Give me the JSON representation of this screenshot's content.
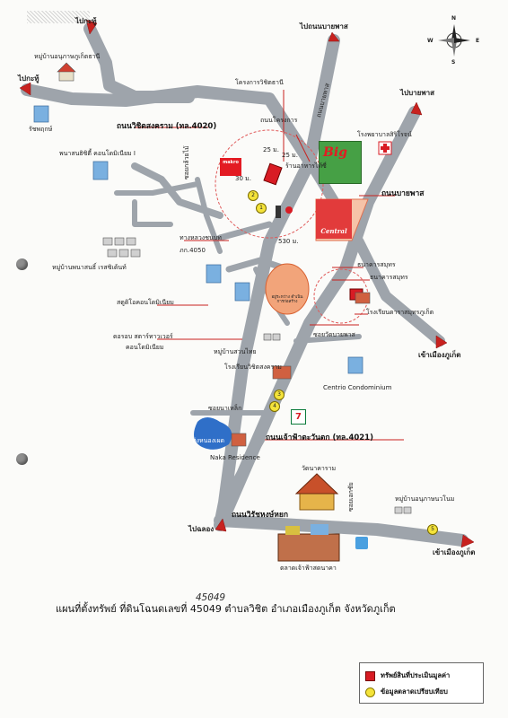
{
  "title": "แผนที่ตั้งทรัพย์ ที่ดินโฉนดเลขที่ 45049 ตำบลวิชิต อำเภอเมืองภูเก็ต จังหวัดภูเก็ต",
  "handwritten_number": "45049",
  "compass": {
    "n": "N",
    "s": "S",
    "e": "E",
    "w": "W"
  },
  "destinations": {
    "to_kathu_top": "ไปกะทู้",
    "to_kathu_left": "ไปกะทู้",
    "to_bang_top": "ไปถนนบายพาส",
    "to_bypass_right": "ไปบายพาส",
    "to_town_mid": "เข้าเมืองภูเก็ต",
    "to_town_bottom": "เข้าเมืองภูเก็ต",
    "to_chalong": "ไปฉลอง"
  },
  "roads": {
    "vichit_songkhram": "ถนนวิชิตสงคราม (ทล.4020)",
    "bypass": "ถนนบายพาส",
    "chao_fa": "ถนนเจ้าฟ้าตะวันตก (ทล.4021)",
    "vichit_songkhram_lower": "ถนนวิรัชหงษ์หยก",
    "srisoonthorn": "ถนนโครงการ",
    "soi_kluay": "ซอยกล้วยไม้",
    "highway_4050": "ทางหลวงชนบท",
    "pk4050": "ภก.4050",
    "soi_neha": "ซอยนาเหล็ก",
    "soi_wat": "ซอยวัดบายพาส",
    "vertical_road_label": "ถนนบายพาส",
    "soi_ekachai": "ซอยเอกชัย"
  },
  "places": {
    "mu_ban_kat": "หมู่บ้านอนุภาษภูเก็ตธานี",
    "rajapreuk": "รัชพฤกษ์",
    "punsuk": "พนาสนธิซิตี้ คอนโดมิเนียม I",
    "mu_ban_punasiri": "หมู่บ้านพนาสนธิ์ เรสซิเด้นท์",
    "sport_condo": "สตูดิโอคอนโดมิเนียม",
    "talay_condo": "ดอรอบ สตาร์ทาวเวอร์",
    "talay_condo2": "คอนโดมิเนียม",
    "mu_ban_suan": "หมู่บ้านสวนไทย",
    "school": "โรงเรียนวิชิตสงคราม",
    "centrio": "Centrio Condominium",
    "naka": "Naka Residence",
    "lake": "ทุ่งหนองเผด",
    "temple": "วัดนาคาราม",
    "mu_ban_anu": "หมู่บ้านอนุภาษนวโนม",
    "market": "ตลาดเจ้าฟ้าสดนาคา",
    "hospital": "โรงพยาบาลสิริโรจน์",
    "bank": "ธนาคารสมุทร",
    "bank2": "ธนาคารสมุทร",
    "school2": "โรงเรียนดาราสมุทรภูเก็ต",
    "project": "โครงการวิชิตธานี",
    "food_center": "ร้านอาหารไท้ซี่",
    "big_c": "Big",
    "makro": "makro",
    "central": "Central",
    "central_festival": "อยู่ระหว่าง ดำเนินการก่อสร้าง",
    "seven": "7"
  },
  "distances": {
    "d25a": "25 ม.",
    "d25b": "25 ม.",
    "d30": "30 ม.",
    "d530": "530 ม."
  },
  "markers": [
    "1",
    "2",
    "3",
    "4",
    "5"
  ],
  "legend": {
    "subject": "ทรัพย์สินที่ประเมินมูลค่า",
    "comparable": "ข้อมูลตลาดเปรียบเทียบ"
  },
  "colors": {
    "road": "#9aa0a8",
    "arrow": "#c8221f",
    "subject_red": "#d81c24",
    "comparable_yellow": "#f4e33a",
    "big_green": "#46a045"
  }
}
